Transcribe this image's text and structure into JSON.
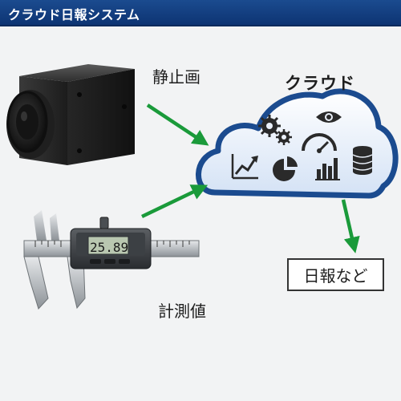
{
  "header": {
    "title": "クラウド日報システム"
  },
  "labels": {
    "still_image": "静止画",
    "cloud": "クラウド",
    "measurement": "計測値",
    "output": "日報など"
  },
  "caliper": {
    "display_value": "25.89"
  },
  "colors": {
    "header_bg": "#0d3473",
    "arrow": "#1a9a3a",
    "cloud_border": "#1b4b8f",
    "cloud_fill": "#dfeaf8",
    "icon": "#2a2a2a"
  },
  "icons": [
    "gears-icon",
    "eye-icon",
    "gauge-icon",
    "trend-chart-icon",
    "pie-chart-icon",
    "bar-chart-icon",
    "database-icon"
  ]
}
